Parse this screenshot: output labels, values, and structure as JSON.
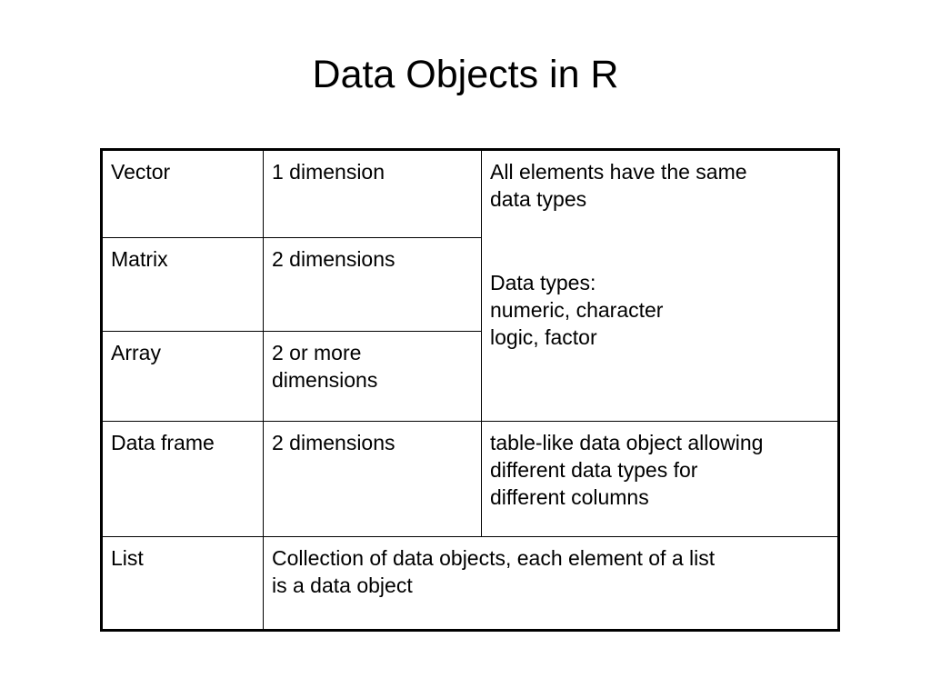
{
  "slide": {
    "title": "Data Objects in R",
    "background_color": "#FFFFFF",
    "title_color": "#000000",
    "name_color": "#3A3A8C",
    "border_color": "#000000"
  },
  "table": {
    "rows": [
      {
        "name": "Vector",
        "dimension": "1 dimension"
      },
      {
        "name": "Matrix",
        "dimension": "2 dimensions"
      },
      {
        "name": "Array",
        "dimension_line1": "2 or more",
        "dimension_line2": "dimensions"
      },
      {
        "name": "Data frame",
        "dimension": "2 dimensions",
        "description_line1": "table-like data object allowing",
        "description_line2": "different data types for",
        "description_line3": "different columns"
      },
      {
        "name": "List",
        "description_line1": "Collection of data objects, each element of a list",
        "description_line2": "is a data object"
      }
    ],
    "merged_description": {
      "line1": "All elements have the same",
      "line2": "data types",
      "line3": "Data types:",
      "line4": "numeric, character",
      "line5": "logic, factor"
    }
  }
}
